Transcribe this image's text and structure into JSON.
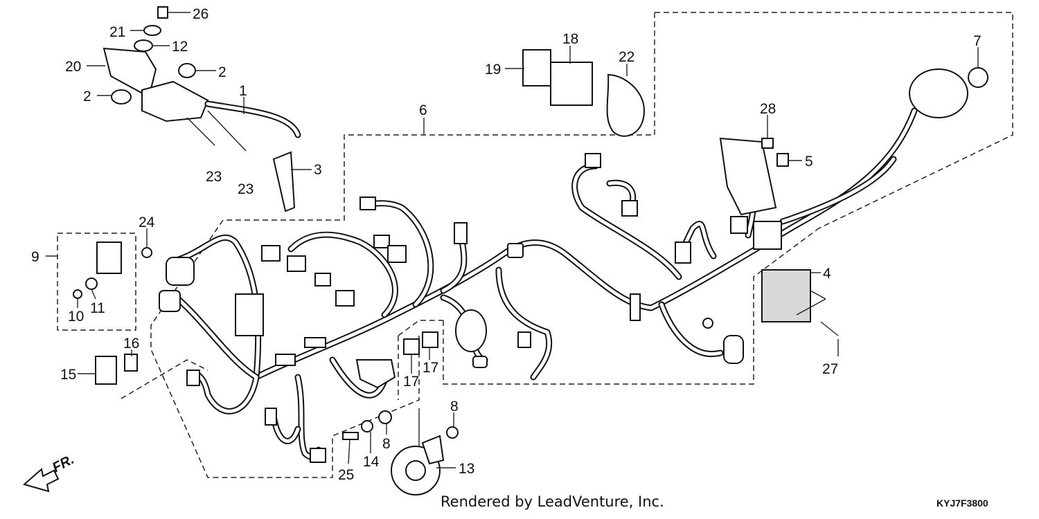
{
  "callouts": [
    {
      "id": "c1",
      "label": "1"
    },
    {
      "id": "c2a",
      "label": "2"
    },
    {
      "id": "c2b",
      "label": "2"
    },
    {
      "id": "c3",
      "label": "3"
    },
    {
      "id": "c4",
      "label": "4"
    },
    {
      "id": "c5",
      "label": "5"
    },
    {
      "id": "c6",
      "label": "6"
    },
    {
      "id": "c7",
      "label": "7"
    },
    {
      "id": "c8a",
      "label": "8"
    },
    {
      "id": "c8b",
      "label": "8"
    },
    {
      "id": "c9",
      "label": "9"
    },
    {
      "id": "c10",
      "label": "10"
    },
    {
      "id": "c11",
      "label": "11"
    },
    {
      "id": "c12",
      "label": "12"
    },
    {
      "id": "c13",
      "label": "13"
    },
    {
      "id": "c14",
      "label": "14"
    },
    {
      "id": "c15",
      "label": "15"
    },
    {
      "id": "c16",
      "label": "16"
    },
    {
      "id": "c17a",
      "label": "17"
    },
    {
      "id": "c17b",
      "label": "17"
    },
    {
      "id": "c18",
      "label": "18"
    },
    {
      "id": "c19",
      "label": "19"
    },
    {
      "id": "c20",
      "label": "20"
    },
    {
      "id": "c21",
      "label": "21"
    },
    {
      "id": "c22",
      "label": "22"
    },
    {
      "id": "c23a",
      "label": "23"
    },
    {
      "id": "c23b",
      "label": "23"
    },
    {
      "id": "c24",
      "label": "24"
    },
    {
      "id": "c25",
      "label": "25"
    },
    {
      "id": "c26",
      "label": "26"
    },
    {
      "id": "c27",
      "label": "27"
    },
    {
      "id": "c28",
      "label": "28"
    }
  ],
  "front_marker": "FR.",
  "credit": "Rendered by LeadVenture, Inc.",
  "diagram_code": "KYJ7F3800"
}
